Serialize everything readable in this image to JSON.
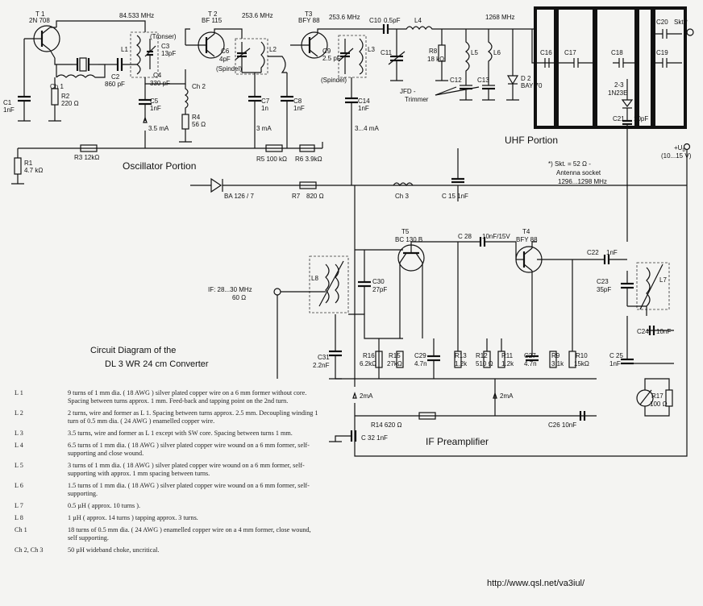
{
  "sections": {
    "oscillator": "Oscillator Portion",
    "uhf": "UHF Portion",
    "if_preamp": "IF Preamplifier"
  },
  "title": {
    "line1": "Circuit Diagram of the",
    "line2": "DL 3 WR  24 cm Converter"
  },
  "frequencies": {
    "f1": "84.533 MHz",
    "f2": "253.6 MHz",
    "f3": "253.6 MHz",
    "f4": "1268 MHz"
  },
  "transistors": {
    "t1_name": "T 1",
    "t1_type": "2N 708",
    "t2_name": "T 2",
    "t2_type": "BF 115",
    "t3_name": "T3",
    "t3_type": "BFY 88",
    "t4_name": "T4",
    "t4_type": "BFY 88",
    "t5_name": "T5",
    "t5_type": "BC 130 B"
  },
  "components": {
    "ch1": "Ch 1",
    "r2": "R2",
    "r2v": "220 Ω",
    "c1": "C1",
    "c1v": "1nF",
    "l1": "L1",
    "c2": "C2",
    "c2v": "860 pF",
    "c3": "C3",
    "c3v": "13pF",
    "tronser": "(Tronser)",
    "c4": "C4",
    "c4v": "330 pF",
    "c5": "C5",
    "c5v": "1nF",
    "i1": "3.5 mA",
    "ch2": "Ch 2",
    "r4": "R4",
    "r4v": "56 Ω",
    "c6": "C6",
    "c6v": "4pF",
    "spindel1": "(Spindel)",
    "l2": "L2",
    "c7": "C7",
    "c7v": "1n",
    "c8": "C8",
    "c8v": "1nF",
    "i2": "3 mA",
    "c9": "C9",
    "c9v": "2.5 pF",
    "l3": "L3",
    "spindel2": "(Spindel)",
    "c14": "C14",
    "c14v": "1nF",
    "i3": "3...4 mA",
    "c10": "C10",
    "c10v": "0.5pF",
    "l4": "L4",
    "c11": "C11",
    "jfd": "JFD -",
    "trimmer": "Trimmer",
    "r8": "R8",
    "r8v": "18 kΩ",
    "l5": "L5",
    "l6": "L6",
    "c12": "C12",
    "c13": "C13",
    "d2": "D 2",
    "d2t": "BAY 70",
    "c16": "C16",
    "c17": "C17",
    "c18": "C18",
    "c19": "C19",
    "c20": "C20",
    "d1": "2-3",
    "d1t": "1N23E",
    "c21": "C21",
    "c21v": "10pF",
    "skt": "Skt.*",
    "r1": "R1",
    "r1v": "4.7 kΩ",
    "r3": "R3  12kΩ",
    "r5": "R5  100 kΩ",
    "r6": "R6  3.9kΩ",
    "da": "BA 126 / 7",
    "r7": "R7",
    "r7v": "820 Ω",
    "ch3": "Ch 3",
    "c15": "C 15   1nF",
    "ub": "+U",
    "ub_sub": "b",
    "ubv": "(10...15 V)",
    "note1": "*) Skt. = 52 Ω -",
    "note2": "Antenna socket",
    "note3": "1296...1298 MHz",
    "if_label": "IF:  28...30 MHz",
    "if_ohm": "60 Ω",
    "l8": "L8",
    "c30": "C30",
    "c30v": "27pF",
    "c31": "C31",
    "c31v": "2.2nF",
    "r16": "R16",
    "r16v": "6.2kΩ",
    "r15": "R15",
    "r15v": "27kΩ",
    "c29": "C29",
    "c29v": "4.7n",
    "c28": "C 28",
    "c28v": "10nF/15V",
    "r13": "R13",
    "r13v": "1.2k",
    "r12": "R12",
    "r12v": "510 Ω",
    "r11": "R11",
    "r11v": "1.2k",
    "c27": "C27",
    "c27v": "4.7n",
    "r9": "R9",
    "r9v": "3.1k",
    "r10": "R10",
    "r10v": "15kΩ",
    "i4": "2mA",
    "i5": "2mA",
    "r14": "R14  620 Ω",
    "c32": "C 32   1nF",
    "c26": "C26  10nF",
    "c22": "C22",
    "c22v": "1nF",
    "c23": "C23",
    "c23v": "35pF",
    "l7": "L7",
    "c24": "C24",
    "c24v": "10nF",
    "c25": "C 25",
    "c25v": "1nF",
    "r17": "R17",
    "r17v": "100 Ω"
  },
  "coils": [
    {
      "name": "L 1",
      "desc": "9 turns of 1 mm dia. ( 18 AWG ) silver plated copper wire on a 6 mm former without core. Spacing between turns approx. 1 mm. Feed-back and tapping point on the 2nd turn."
    },
    {
      "name": "L 2",
      "desc": "2 turns, wire and former as L 1. Spacing between turns approx. 2.5 mm. Decoupling winding 1 turn of 0.5 mm dia. ( 24 AWG ) enamelled copper wire."
    },
    {
      "name": "L 3",
      "desc": "3.5 turns, wire and former as L 1 except with SW core. Spacing between turns 1 mm."
    },
    {
      "name": "L 4",
      "desc": "6.5 turns of 1 mm dia. ( 18 AWG ) silver plated copper wire wound on a 6 mm former, self-supporting and close wound."
    },
    {
      "name": "L 5",
      "desc": "3 turns of 1 mm dia. ( 18 AWG ) silver plated copper wire wound on a 6 mm former, self-supporting with approx. 1 mm spacing between turns."
    },
    {
      "name": "L 6",
      "desc": "1.5 turns of 1 mm dia. ( 18 AWG ) silver plated copper wire wound on a 6 mm former, self-supporting."
    },
    {
      "name": "L 7",
      "desc": "0.5 µH ( approx. 10 turns )."
    },
    {
      "name": "L 8",
      "desc": "1 µH ( approx. 14 turns ) tapping approx. 3 turns."
    },
    {
      "name": "Ch 1",
      "desc": "18 turns of 0.5 mm dia. ( 24 AWG ) enamelled copper wire on a 4 mm former, close wound, self supporting."
    },
    {
      "name": "Ch 2, Ch 3",
      "desc": "50 µH wideband choke, uncritical."
    }
  ],
  "url": "http://www.qsl.net/va3iul/"
}
